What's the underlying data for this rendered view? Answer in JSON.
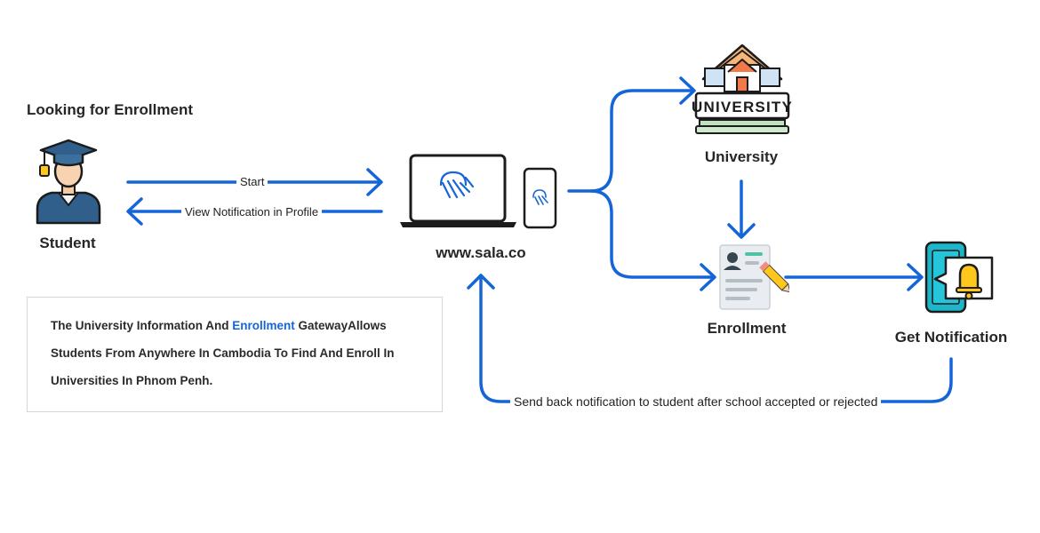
{
  "heading": "Looking for Enrollment",
  "nodes": {
    "student": "Student",
    "platform": "www.sala.co",
    "university": "University",
    "university_sign": "UNIVERSITY",
    "enrollment": "Enrollment",
    "notification": "Get Notification"
  },
  "arrows": {
    "start": "Start",
    "view_notification": "View Notification in Profile",
    "send_back": "Send back notification to student after school accepted or rejected"
  },
  "info": {
    "line1_prefix": "The University Information And ",
    "line1_highlight": "Enrollment",
    "line1_suffix": " GatewayAllows",
    "line2": "Students From Anywhere In Cambodia To Find And Enroll In",
    "line3": "Universities In Phnom Penh."
  },
  "colors": {
    "arrow": "#1565d8",
    "highlight": "#1565d8",
    "student_body": "#2f5f8a",
    "phone_teal": "#1fb5c9",
    "bell_yellow": "#ffc61b"
  }
}
